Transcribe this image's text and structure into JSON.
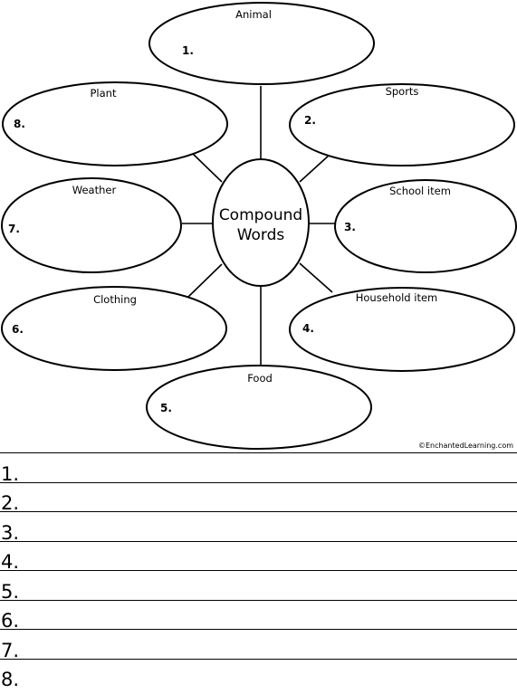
{
  "center": {
    "line1": "Compound",
    "line2": "Words"
  },
  "categories": [
    {
      "label": "Animal",
      "number": "1."
    },
    {
      "label": "Sports",
      "number": "2."
    },
    {
      "label": "School item",
      "number": "3."
    },
    {
      "label": "Household item",
      "number": "4."
    },
    {
      "label": "Food",
      "number": "5."
    },
    {
      "label": "Clothing",
      "number": "6."
    },
    {
      "label": "Weather",
      "number": "7."
    },
    {
      "label": "Plant",
      "number": "8."
    }
  ],
  "copyright": "©EnchantedLearning.com",
  "answer_lines": [
    "1.",
    "2.",
    "3.",
    "4.",
    "5.",
    "6.",
    "7.",
    "8."
  ]
}
